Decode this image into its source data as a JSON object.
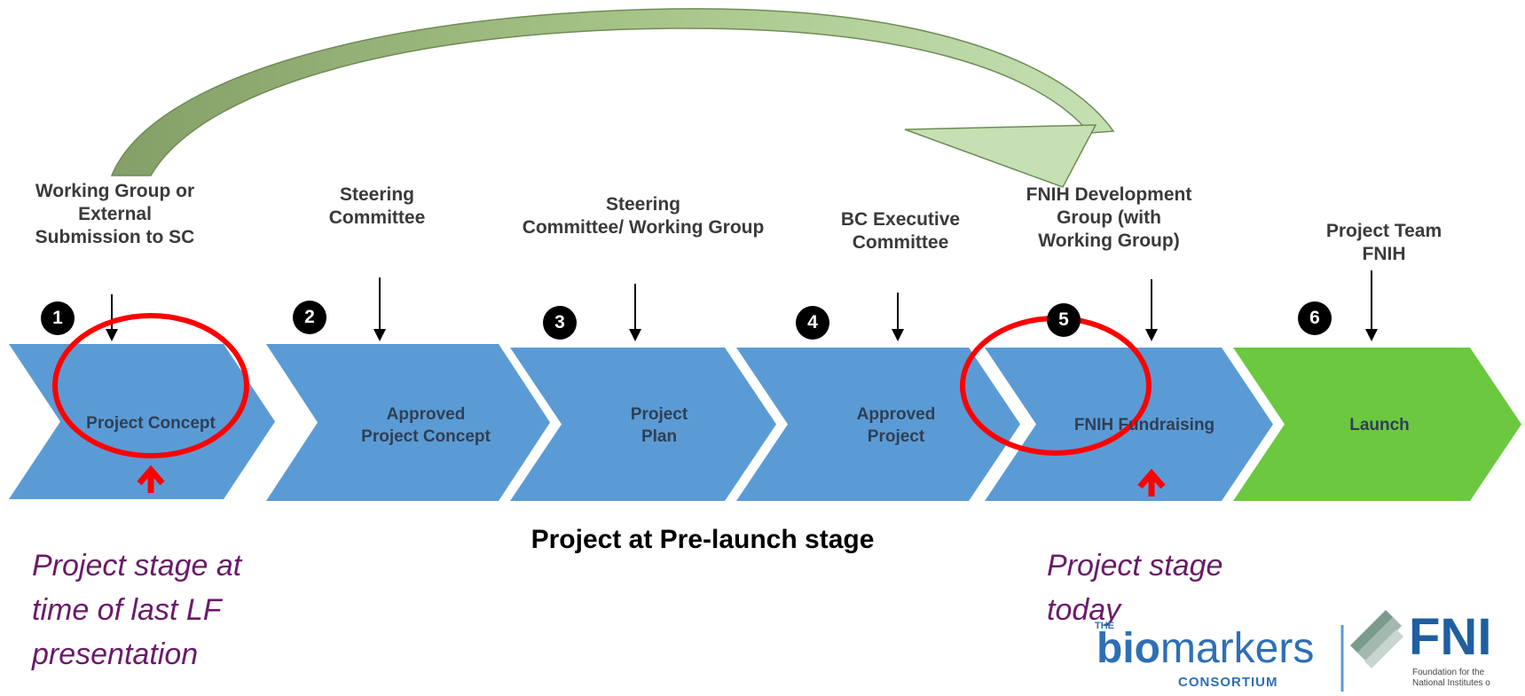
{
  "colors": {
    "stage_blue": "#5b9bd5",
    "stage_green": "#6bc83f",
    "highlight_red": "#ff0000",
    "arc_green_dark": "#849f67",
    "arc_green_light": "#c6e0b4",
    "note_purple": "#6a1a6a",
    "logo_blue": "#2e6fb4"
  },
  "stages": [
    {
      "number": "1",
      "actor_lines": [
        "Working Group or",
        "External",
        "Submission to SC"
      ],
      "label_lines": [
        "Project Concept"
      ],
      "color": "blue"
    },
    {
      "number": "2",
      "actor_lines": [
        "Steering",
        "Committee"
      ],
      "label_lines": [
        "Approved",
        "Project Concept"
      ],
      "color": "blue"
    },
    {
      "number": "3",
      "actor_lines": [
        "Steering",
        "Committee/ Working Group"
      ],
      "label_lines": [
        "Project",
        "Plan"
      ],
      "color": "blue"
    },
    {
      "number": "4",
      "actor_lines": [
        "BC Executive",
        "Committee"
      ],
      "label_lines": [
        "Approved",
        "Project"
      ],
      "color": "blue"
    },
    {
      "number": "5",
      "actor_lines": [
        "FNIH Development",
        "Group (with",
        "Working Group)"
      ],
      "label_lines": [
        "FNIH Fundraising"
      ],
      "color": "blue"
    },
    {
      "number": "6",
      "actor_lines": [
        "Project Team",
        "FNIH"
      ],
      "label_lines": [
        "Launch"
      ],
      "color": "green"
    }
  ],
  "caption": "Project at Pre-launch stage",
  "notes": [
    {
      "lines": [
        "Project stage at",
        "time of last LF",
        "presentation"
      ]
    },
    {
      "lines": [
        "Project stage",
        "today"
      ]
    }
  ],
  "logos": {
    "biomarkers": {
      "small": "THE",
      "main_prefix": "bio",
      "main_rest": "markers",
      "sub": "CONSORTIUM"
    },
    "fnih": {
      "main": "FNI",
      "sub_lines": [
        "Foundation for the",
        "National Institutes o"
      ]
    }
  }
}
